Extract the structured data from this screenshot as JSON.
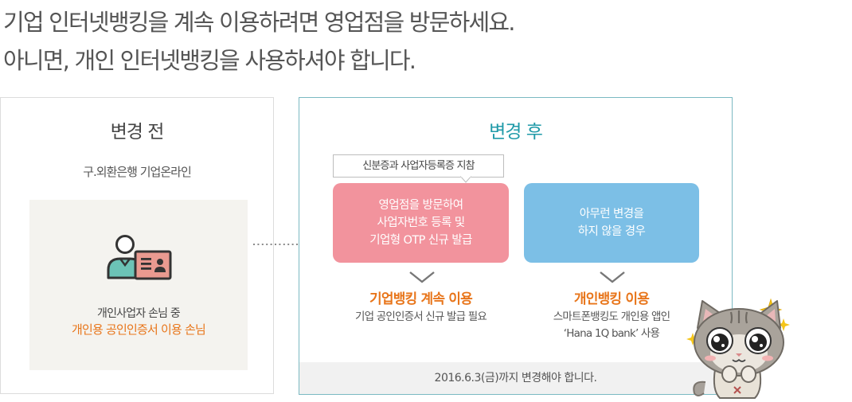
{
  "headline": {
    "line1": "기업 인터넷뱅킹을 계속 이용하려면 영업점을 방문하세요.",
    "line2": "아니면, 개인 인터넷뱅킹을 사용하셔야 합니다."
  },
  "before": {
    "title": "변경 전",
    "subtitle": "구.외환은행 기업온라인",
    "customer_line1": "개인사업자 손님 중",
    "customer_line2": "개인용 공인인증서 이용 손님",
    "icon": "business-person-icon"
  },
  "after": {
    "title": "변경 후",
    "doc_tag": "신분증과 사업자등록증 지참",
    "biz_option": {
      "line1": "영업점을 방문하여",
      "line2": "사업자번호 등록 및",
      "line3": "기업형 OTP 신규 발급"
    },
    "personal_option": {
      "line1": "아무런 변경을",
      "line2": "하지 않을 경우"
    },
    "biz_result_title": "기업뱅킹 계속 이용",
    "biz_result_desc": "기업 공인인증서 신규 발급 필요",
    "personal_result_title": "개인뱅킹 이용",
    "personal_result_desc1": "스마트폰뱅킹도 개인용 앱인",
    "personal_result_desc2": "‘Hana 1Q bank’ 사용",
    "deadline": "2016.6.3(금)까지 변경해야 합니다."
  },
  "colors": {
    "accent_orange": "#e8751a",
    "teal_title": "#1f9aa8",
    "biz_box": "#f2939d",
    "personal_box": "#7cbfe6"
  }
}
